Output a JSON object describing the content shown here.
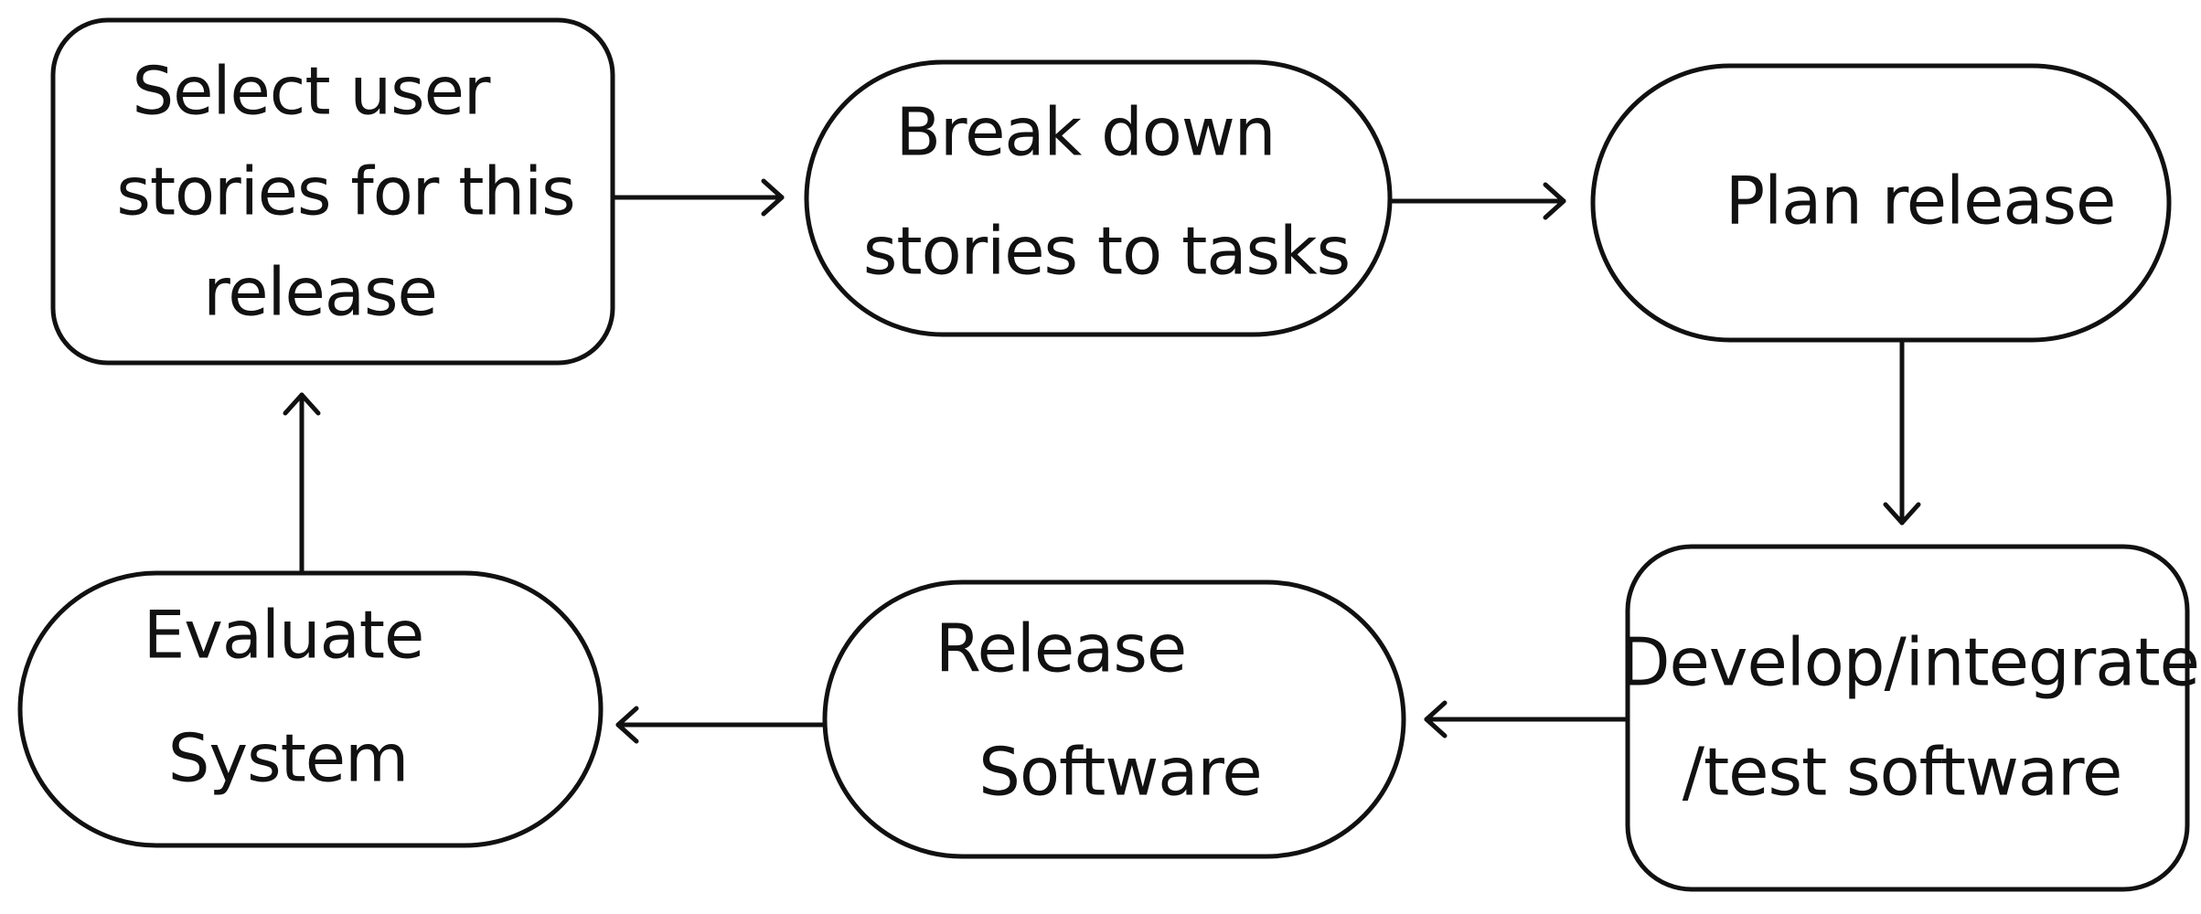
{
  "diagram": {
    "type": "flowchart",
    "line_color": "#111111",
    "background": "#ffffff",
    "nodes": [
      {
        "id": "select",
        "shape": "rounded-rect",
        "lines": [
          "Select user",
          "stories for this",
          "release"
        ]
      },
      {
        "id": "breakdown",
        "shape": "stadium",
        "lines": [
          "Break down",
          "stories to tasks"
        ]
      },
      {
        "id": "plan",
        "shape": "stadium",
        "lines": [
          "Plan release"
        ]
      },
      {
        "id": "develop",
        "shape": "rounded-rect",
        "lines": [
          "Develop/integrate",
          "/test software"
        ]
      },
      {
        "id": "release",
        "shape": "stadium",
        "lines": [
          "Release",
          "Software"
        ]
      },
      {
        "id": "evaluate",
        "shape": "stadium",
        "lines": [
          "Evaluate",
          "System"
        ]
      }
    ],
    "edges": [
      {
        "from": "select",
        "to": "breakdown"
      },
      {
        "from": "breakdown",
        "to": "plan"
      },
      {
        "from": "plan",
        "to": "develop"
      },
      {
        "from": "develop",
        "to": "release"
      },
      {
        "from": "release",
        "to": "evaluate"
      },
      {
        "from": "evaluate",
        "to": "select"
      }
    ]
  }
}
